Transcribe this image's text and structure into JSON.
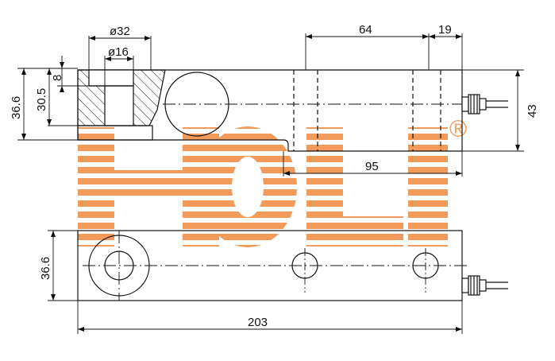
{
  "watermark": {
    "text": "HOLI",
    "registered_mark": "®",
    "color": "#f29a5a"
  },
  "dimensions": {
    "phi32": "ø32",
    "phi16": "ø16",
    "d64": "64",
    "d19": "19",
    "d8": "8",
    "d30_5": "30.5",
    "d36_6_top": "36.6",
    "d43": "43",
    "d95": "95",
    "d36_6_bottom": "36.6",
    "d203": "203"
  },
  "colors": {
    "line": "#111111",
    "watermark": "#f29a5a"
  }
}
